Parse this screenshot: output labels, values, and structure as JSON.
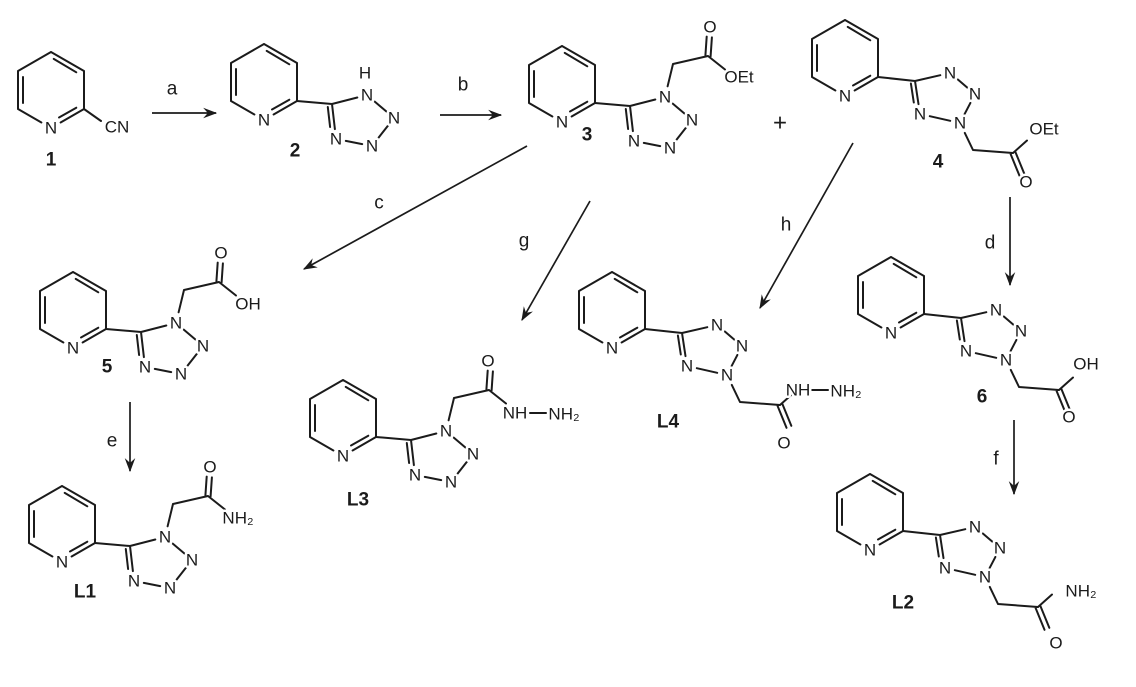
{
  "scheme": {
    "ink_color": "#1b1b1b",
    "background_color": "#ffffff",
    "atoms": {
      "N": "N",
      "H": "H",
      "O": "O",
      "CN": "CN",
      "OEt": "OEt",
      "OH": "OH",
      "NH2": "NH₂",
      "NH": "NH"
    },
    "operators": {
      "plus": "+"
    },
    "compounds": {
      "c1": {
        "label": "1"
      },
      "c2": {
        "label": "2"
      },
      "c3": {
        "label": "3"
      },
      "c4": {
        "label": "4"
      },
      "c5": {
        "label": "5"
      },
      "c6": {
        "label": "6"
      },
      "L1": {
        "label": "L1"
      },
      "L2": {
        "label": "L2"
      },
      "L3": {
        "label": "L3"
      },
      "L4": {
        "label": "L4"
      }
    },
    "steps": {
      "a": "a",
      "b": "b",
      "c": "c",
      "d": "d",
      "e": "e",
      "f": "f",
      "g": "g",
      "h": "h"
    }
  }
}
